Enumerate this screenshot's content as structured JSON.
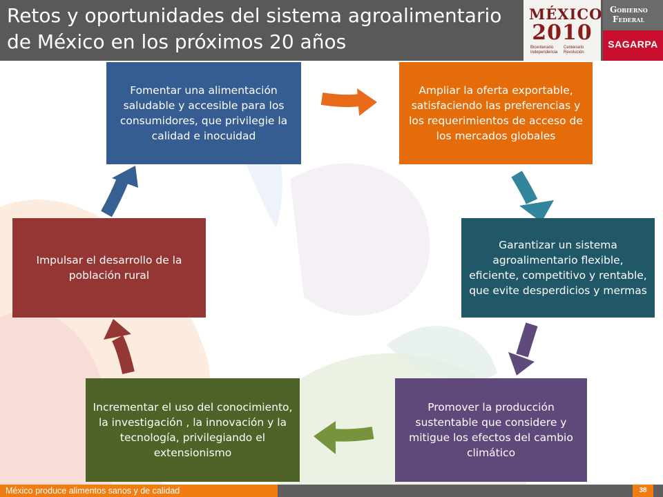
{
  "header": {
    "title_line1": "Retos y oportunidades del sistema agroalimentario",
    "title_line2": "de México en los próximos 20 años",
    "logo_mexico": "MÉXICO",
    "logo_year": "2010",
    "logo_sub_left": "Bicentenario Independencia",
    "logo_sub_right": "Centenario Revolución",
    "gov_line1": "Gobierno",
    "gov_line2": "Federal",
    "agency": "SAGARPA"
  },
  "boxes": {
    "top_left": "Fomentar una alimentación saludable y accesible para los consumidores, que privilegie la calidad  e inocuidad",
    "top_right": "Ampliar la oferta exportable, satisfaciendo las preferencias y los requerimientos de acceso de los mercados globales",
    "mid_right": "Garantizar un sistema agroalimentario flexible, eficiente, competitivo y rentable, que evite desperdicios y mermas",
    "bottom_right": "Promover la producción sustentable que considere y mitigue los efectos del cambio climático",
    "bottom_left": "Incrementar el uso del conocimiento, la investigación , la innovación y la tecnología, privilegiando el extensionismo",
    "mid_left": "Impulsar el desarrollo de la población rural"
  },
  "colors": {
    "blue": "#355d91",
    "orange": "#e46c0a",
    "teal": "#205867",
    "purple": "#5f497a",
    "green": "#4f6228",
    "red": "#943634",
    "arrow_orange": "#e86a1a",
    "arrow_teal": "#31859c",
    "arrow_purple": "#604a7b",
    "arrow_green": "#77933c",
    "arrow_red": "#953735",
    "arrow_blue": "#376092"
  },
  "footer": {
    "text": "México produce alimentos sanos y de calidad",
    "page": "38"
  }
}
